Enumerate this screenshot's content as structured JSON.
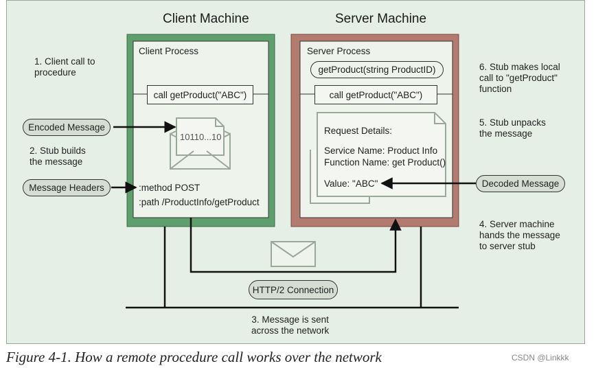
{
  "client": {
    "title": "Client Machine",
    "process_label": "Client Process",
    "call": "call getProduct(\"ABC\")",
    "binary": "10110...10",
    "method_line": ":method POST",
    "path_line": ":path /ProductInfo/getProduct"
  },
  "server": {
    "title": "Server Machine",
    "process_label": "Server Process",
    "signature": "getProduct(string ProductID)",
    "call": "call getProduct(\"ABC\")",
    "details_title": "Request Details:",
    "service_name": "Service Name: Product Info",
    "function_name": "Function Name: get Product()",
    "value": "Value: \"ABC\""
  },
  "steps": {
    "s1": "1. Client call to\nprocedure",
    "s2": "2. Stub builds\n  the message",
    "s3": "3. Message is sent\nacross the network",
    "s4": "4. Server machine\nhands the message\nto server stub",
    "s5": "5. Stub unpacks\n  the message",
    "s6": "6. Stub makes local\n  call to \"getProduct\"\n  function"
  },
  "labels": {
    "encoded": "Encoded Message",
    "headers": "Message Headers",
    "decoded": "Decoded Message",
    "http2": "HTTP/2 Connection"
  },
  "colors": {
    "client_frame": "#5f9f6e",
    "server_frame": "#b37a6f",
    "background": "#e6efe6"
  },
  "caption": "Figure 4-1. How a remote procedure call works over the network",
  "watermark": "CSDN @Linkkk"
}
